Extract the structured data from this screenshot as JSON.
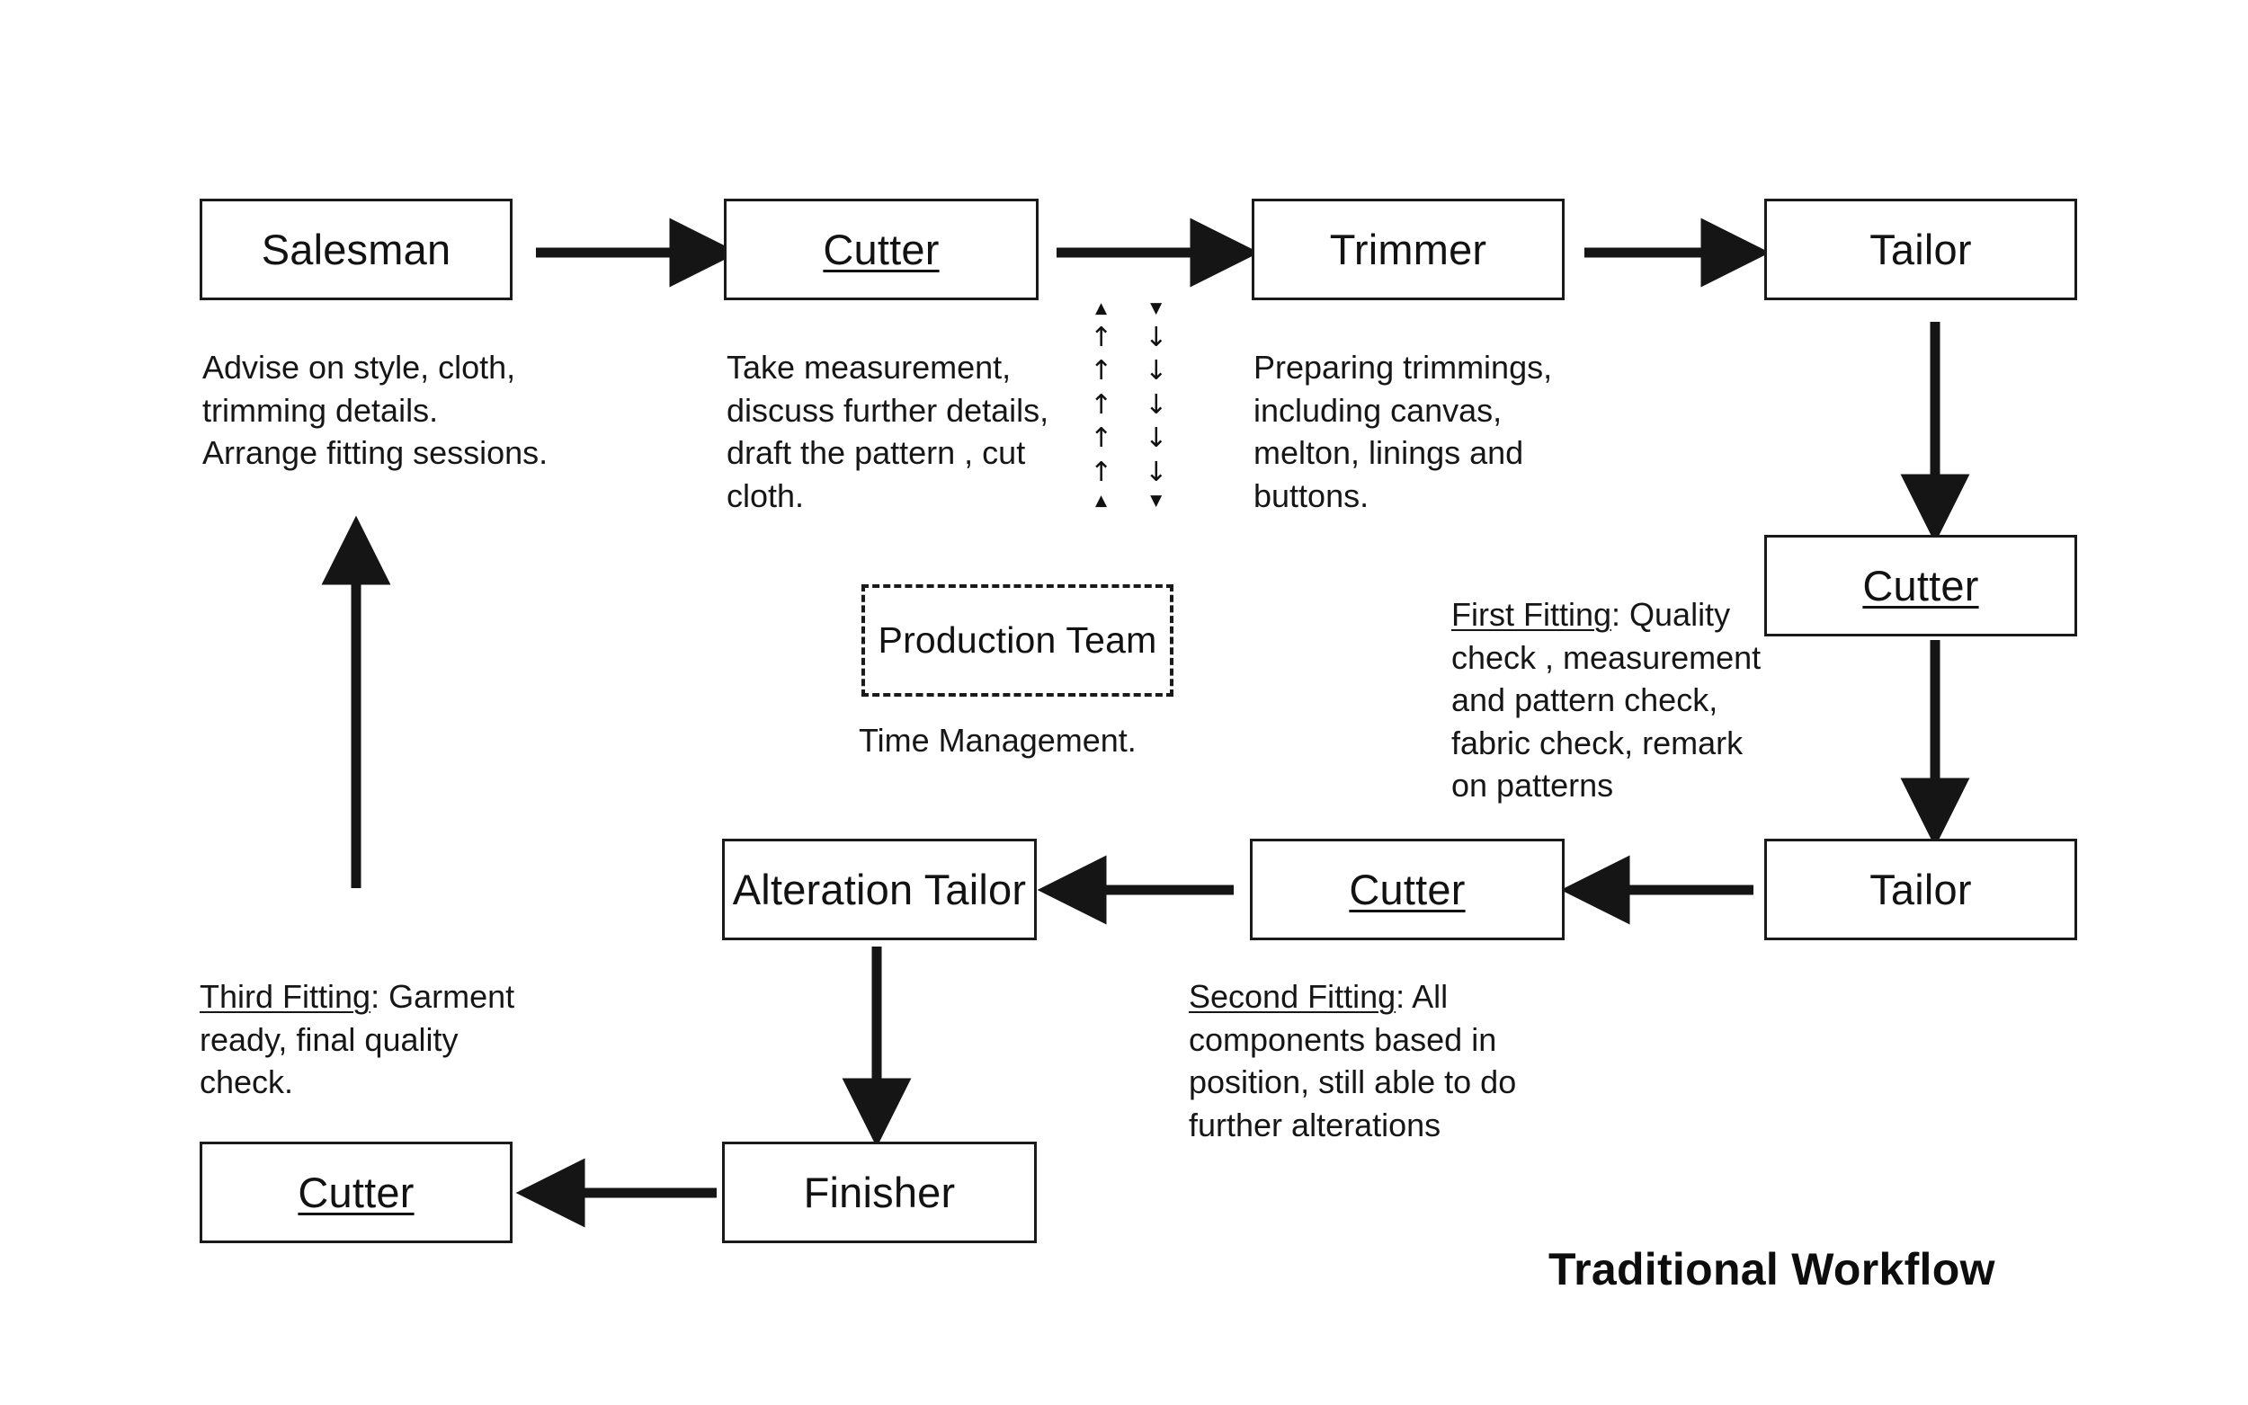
{
  "diagram": {
    "title": "Traditional Workflow",
    "nodes": [
      {
        "id": "salesman",
        "label": "Salesman",
        "underline": false,
        "style": "solid"
      },
      {
        "id": "cutter-1",
        "label": "Cutter",
        "underline": true,
        "style": "solid"
      },
      {
        "id": "trimmer",
        "label": "Trimmer",
        "underline": false,
        "style": "solid"
      },
      {
        "id": "tailor-1",
        "label": "Tailor",
        "underline": false,
        "style": "solid"
      },
      {
        "id": "cutter-2",
        "label": "Cutter",
        "underline": true,
        "style": "solid"
      },
      {
        "id": "tailor-2",
        "label": "Tailor",
        "underline": false,
        "style": "solid"
      },
      {
        "id": "cutter-3",
        "label": "Cutter",
        "underline": true,
        "style": "solid"
      },
      {
        "id": "alteration-tailor",
        "label": "Alteration Tailor",
        "underline": false,
        "style": "solid"
      },
      {
        "id": "finisher",
        "label": "Finisher",
        "underline": false,
        "style": "solid"
      },
      {
        "id": "cutter-4",
        "label": "Cutter",
        "underline": true,
        "style": "solid"
      },
      {
        "id": "production-team",
        "label": "Production Team",
        "underline": false,
        "style": "dashed"
      }
    ],
    "notes": {
      "salesman": "Advise on style, cloth,\ntrimming details.\nArrange fitting sessions.",
      "cutter_1": "Take measurement,\ndiscuss further details,\ndraft the pattern , cut\ncloth.",
      "trimmer": "Preparing trimmings,\nincluding canvas,\nmelton, linings and\nbuttons.",
      "production_team": "Time Management.",
      "first_fitting_lead": "First Fitting",
      "first_fitting_body": ": Quality\ncheck , measurement\nand pattern check,\nfabric check, remark\non patterns",
      "second_fitting_lead": "Second Fitting",
      "second_fitting_body": ": All\ncomponents based in\nposition, still able to do\nfurther alterations",
      "third_fitting_lead": "Third Fitting",
      "third_fitting_body": ": Garment\nready, final quality\ncheck."
    },
    "connectors": [
      {
        "id": "salesman-to-cutter1",
        "from": "salesman",
        "to": "cutter-1",
        "direction": "right"
      },
      {
        "id": "cutter1-to-trimmer",
        "from": "cutter-1",
        "to": "trimmer",
        "direction": "right"
      },
      {
        "id": "trimmer-to-tailor1",
        "from": "trimmer",
        "to": "tailor-1",
        "direction": "right"
      },
      {
        "id": "tailor1-to-cutter2",
        "from": "tailor-1",
        "to": "cutter-2",
        "direction": "down"
      },
      {
        "id": "cutter2-to-tailor2",
        "from": "cutter-2",
        "to": "tailor-2",
        "direction": "down"
      },
      {
        "id": "tailor2-to-cutter3",
        "from": "tailor-2",
        "to": "cutter-3",
        "direction": "left"
      },
      {
        "id": "cutter3-to-alteration-tailor",
        "from": "cutter-3",
        "to": "alteration-tailor",
        "direction": "left"
      },
      {
        "id": "alteration-tailor-to-finisher",
        "from": "alteration-tailor",
        "to": "finisher",
        "direction": "down"
      },
      {
        "id": "finisher-to-cutter4",
        "from": "finisher",
        "to": "cutter-4",
        "direction": "left"
      },
      {
        "id": "cutter4-to-salesman",
        "from": "cutter-4",
        "to": "salesman",
        "direction": "up"
      }
    ],
    "exchange_arrows": {
      "id": "production-exchange-arrows",
      "up_glyph": "↑",
      "down_glyph": "↓",
      "rows": 7
    },
    "colors": {
      "ink": "#1a1a1a",
      "background": "#ffffff"
    }
  }
}
